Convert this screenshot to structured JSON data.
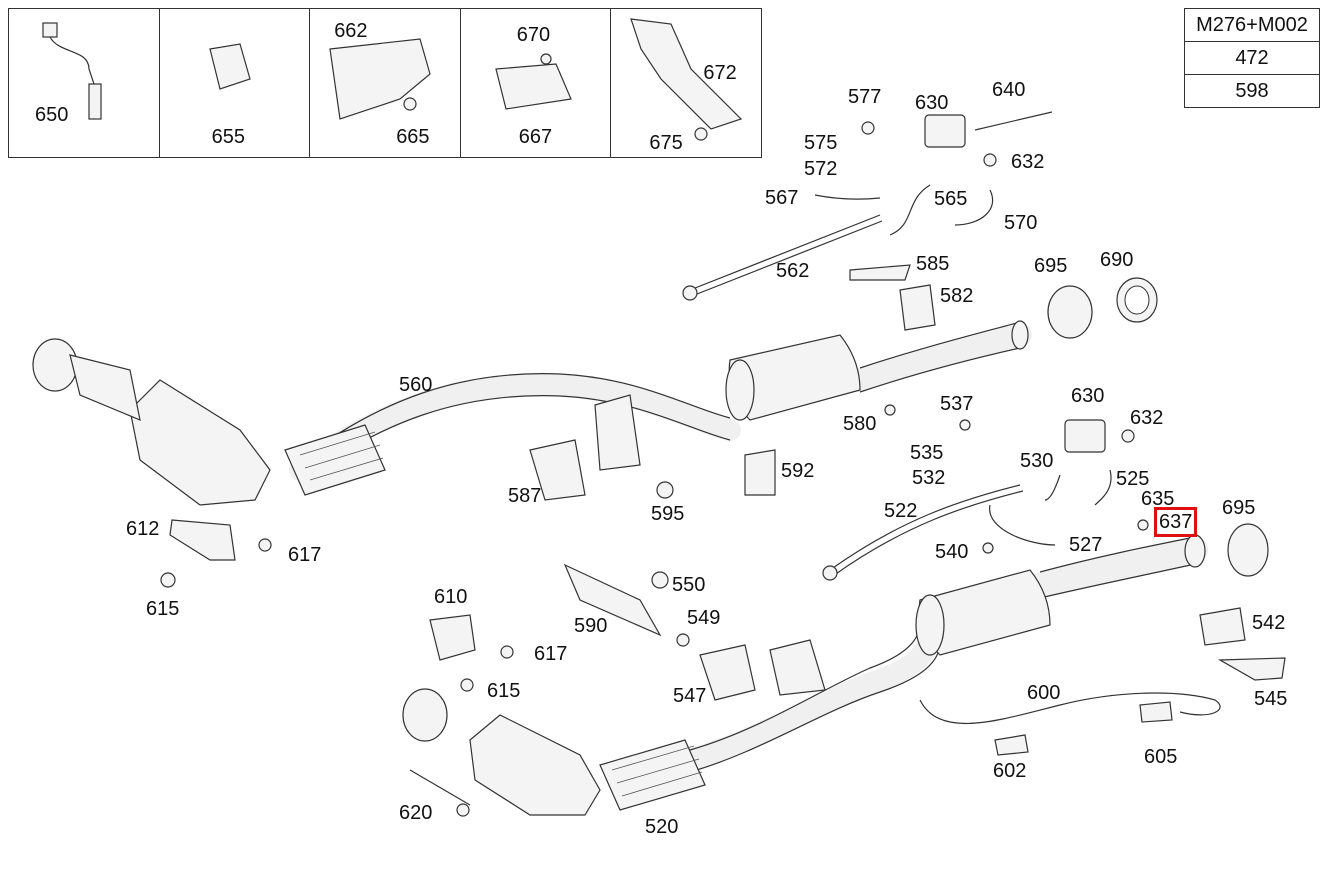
{
  "variant_table": {
    "rows": [
      "M276+M002",
      "472",
      "598"
    ]
  },
  "insets": [
    {
      "labels": [
        "650"
      ]
    },
    {
      "labels": [
        "655"
      ]
    },
    {
      "labels": [
        "662",
        "665"
      ]
    },
    {
      "labels": [
        "670",
        "667"
      ]
    },
    {
      "labels": [
        "672",
        "675"
      ]
    }
  ],
  "parts": [
    "577",
    "630",
    "640",
    "575",
    "572",
    "632",
    "567",
    "565",
    "570",
    "562",
    "585",
    "695",
    "690",
    "582",
    "560",
    "580",
    "537",
    "630b",
    "632b",
    "535",
    "532",
    "530",
    "525",
    "592",
    "587",
    "595",
    "635",
    "522",
    "637",
    "695b",
    "612",
    "617",
    "540",
    "527",
    "615",
    "550",
    "610",
    "590",
    "549",
    "617b",
    "542",
    "615b",
    "600",
    "545",
    "547",
    "602",
    "605",
    "620",
    "520"
  ],
  "part_labels": {
    "577": "577",
    "630": "630",
    "640": "640",
    "575": "575",
    "572": "572",
    "632": "632",
    "567": "567",
    "565": "565",
    "570": "570",
    "562": "562",
    "585": "585",
    "695": "695",
    "690": "690",
    "582": "582",
    "560": "560",
    "580": "580",
    "537": "537",
    "630b": "630",
    "632b": "632",
    "535": "535",
    "532": "532",
    "530": "530",
    "525": "525",
    "592": "592",
    "587": "587",
    "595": "595",
    "635": "635",
    "522": "522",
    "637": "637",
    "695b": "695",
    "612": "612",
    "617": "617",
    "540": "540",
    "527": "527",
    "615": "615",
    "550": "550",
    "610": "610",
    "590": "590",
    "549": "549",
    "617b": "617",
    "542": "542",
    "615b": "615",
    "600": "600",
    "545": "545",
    "547": "547",
    "602": "602",
    "605": "605",
    "620": "620",
    "520": "520"
  },
  "selected_part": "637",
  "highlight_color": "#e01010"
}
